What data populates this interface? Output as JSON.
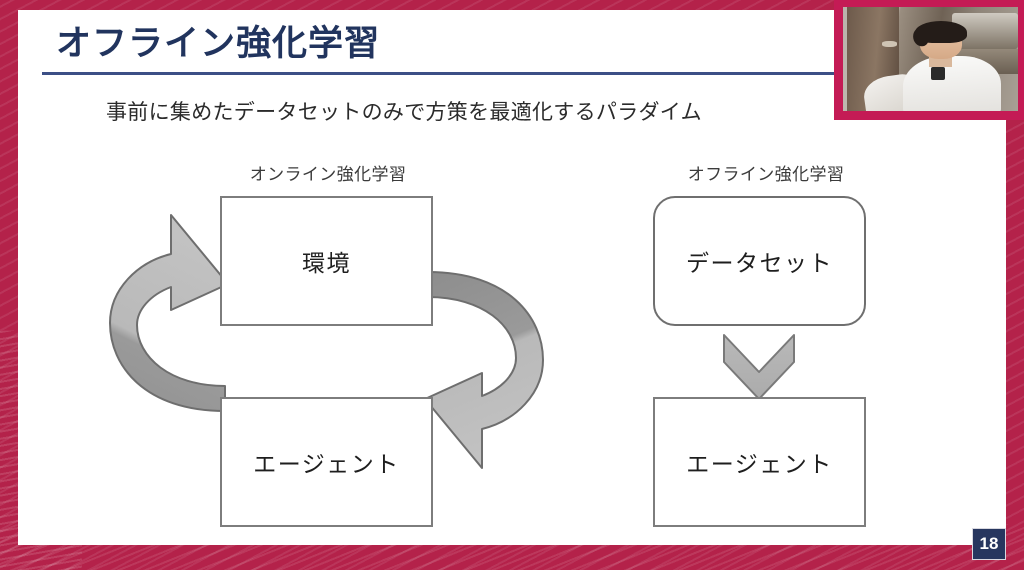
{
  "slide": {
    "title": "オフライン強化学習",
    "subtitle": "事前に集めたデータセットのみで方策を最適化するパラダイム",
    "page_number": "18"
  },
  "diagram": {
    "left": {
      "heading": "オンライン強化学習",
      "boxes": [
        {
          "label": "環境",
          "shape": "rectangle"
        },
        {
          "label": "エージェント",
          "shape": "rectangle"
        }
      ],
      "arrows": [
        {
          "name": "curved-arrow-up-left",
          "direction": "up",
          "style": "curved-crescent"
        },
        {
          "name": "curved-arrow-down-right",
          "direction": "down",
          "style": "curved-crescent"
        }
      ]
    },
    "right": {
      "heading": "オフライン強化学習",
      "boxes": [
        {
          "label": "データセット",
          "shape": "rounded-rectangle"
        },
        {
          "label": "エージェント",
          "shape": "rectangle"
        }
      ],
      "arrows": [
        {
          "name": "chevron-arrow-down",
          "direction": "down",
          "style": "chevron"
        }
      ]
    }
  },
  "colors": {
    "frame": "#b4224a",
    "title": "#21345e",
    "title_rule": "#3c4f86",
    "box_border": "#7d7d7d",
    "arrow_light": "#b8b8b8",
    "arrow_dark": "#8a8a8a",
    "badge_bg": "#27365f",
    "webcam_border": "#c41b55"
  },
  "webcam": {
    "label": "presenter-video-overlay"
  }
}
